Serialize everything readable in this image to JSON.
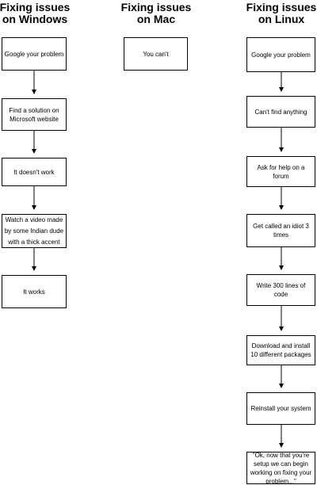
{
  "columns": {
    "windows": {
      "title_line1": "Fixing issues",
      "title_line2": "on Windows",
      "steps": [
        "Google your problem",
        "Find a solution on Microsoft website",
        "It doesn't work",
        "Watch a video made by some Indian dude with a thick accent",
        "It works"
      ]
    },
    "mac": {
      "title_line1": "Fixing issues",
      "title_line2": "on Mac",
      "steps": [
        "You can't"
      ]
    },
    "linux": {
      "title_line1": "Fixing issues",
      "title_line2": "on Linux",
      "steps": [
        "Google your problem",
        "Can't find anything",
        "Ask for help on a forum",
        "Get called an idiot 3 times",
        "Write 300 lines of code",
        "Download and install 10 different packages",
        "Reinstall your system",
        "\"Ok, now that you're setup we can begin working on fixing your problem...\""
      ]
    }
  }
}
